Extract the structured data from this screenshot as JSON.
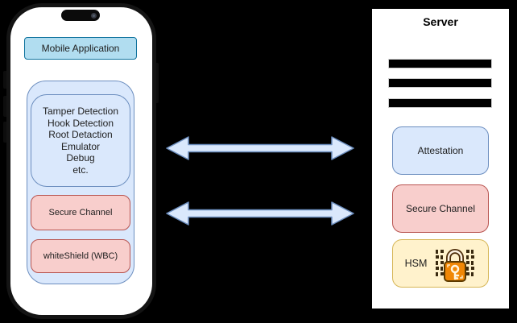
{
  "diagram": {
    "phone": {
      "app_box_label": "Mobile Application",
      "detection_lines": [
        "Tamper Detection",
        "Hook Detection",
        "Root Detaction",
        "Emulator",
        "Debug",
        "etc."
      ],
      "secure_channel_label": "Secure Channel",
      "whiteshield_label": "whiteShield (WBC)"
    },
    "server": {
      "title": "Server",
      "rack_bar_count": 3,
      "attestation_label": "Attestation",
      "secure_channel_label": "Secure Channel",
      "hsm_label": "HSM"
    },
    "connections": [
      {
        "type": "bidirectional-arrow",
        "from": "phone",
        "to": "server"
      },
      {
        "type": "bidirectional-arrow",
        "from": "phone",
        "to": "server"
      }
    ],
    "colors": {
      "background": "#000000",
      "phone_frame": "#141414",
      "cyan_fill": "#b1ddf0",
      "cyan_stroke": "#10739e",
      "blue_fill": "#dae8fc",
      "blue_stroke": "#6c8ebf",
      "pink_fill": "#f8cecc",
      "pink_stroke": "#b85450",
      "yellow_fill": "#fff2cc",
      "yellow_stroke": "#d6b656",
      "arrow_fill": "#dae8fc",
      "arrow_stroke": "#6c8ebf",
      "lock_orange": "#f08705"
    }
  }
}
